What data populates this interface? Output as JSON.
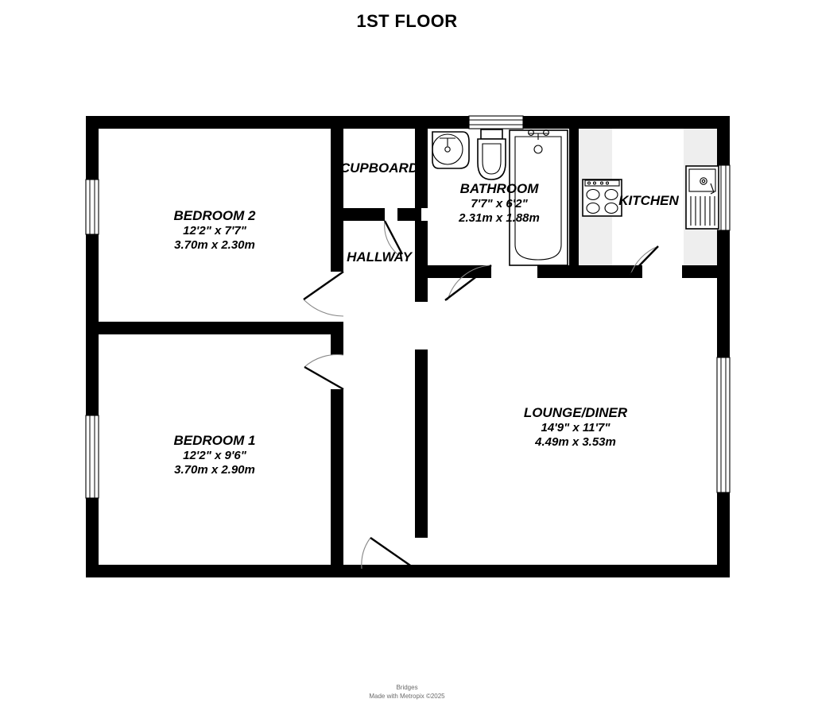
{
  "title": "1ST FLOOR",
  "footer": {
    "line1": "Bridges",
    "line2": "Made with Metropix ©2025"
  },
  "colors": {
    "wall": "#000000",
    "background": "#ffffff",
    "counter": "#eeeeee",
    "footer_text": "#6b6b6b"
  },
  "rooms": [
    {
      "key": "bedroom2",
      "name": "BEDROOM 2",
      "dim_imperial": "12'2\"  x 7'7\"",
      "dim_metric": "3.70m  x 2.30m"
    },
    {
      "key": "bedroom1",
      "name": "BEDROOM 1",
      "dim_imperial": "12'2\"  x 9'6\"",
      "dim_metric": "3.70m  x 2.90m"
    },
    {
      "key": "bathroom",
      "name": "BATHROOM",
      "dim_imperial": "7'7\"  x 6'2\"",
      "dim_metric": "2.31m  x 1.88m"
    },
    {
      "key": "lounge",
      "name": "LOUNGE/DINER",
      "dim_imperial": "14'9\"  x 11'7\"",
      "dim_metric": "4.49m  x 3.53m"
    }
  ],
  "plain_labels": {
    "cupboard": "CUPBOARD",
    "hallway": "HALLWAY",
    "kitchen": "KITCHEN"
  },
  "fixtures": [
    {
      "name": "bathroom-sink"
    },
    {
      "name": "toilet"
    },
    {
      "name": "bathtub"
    },
    {
      "name": "kitchen-hob"
    },
    {
      "name": "kitchen-sink-drainer"
    }
  ]
}
